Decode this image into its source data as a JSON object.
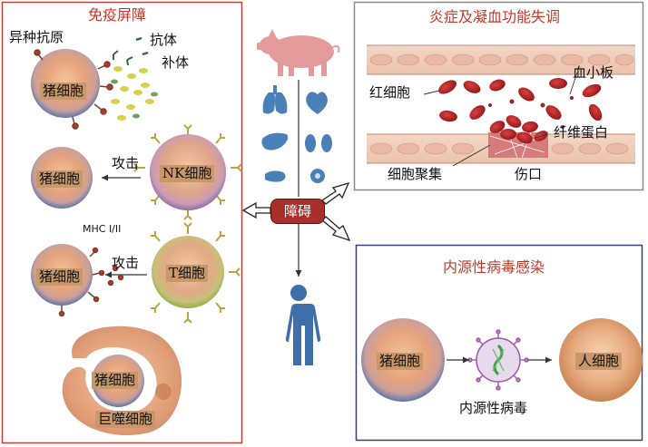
{
  "immune": {
    "title": "免疫屏障",
    "xeno_antigen": "异种抗原",
    "antibody": "抗体",
    "complement": "补体",
    "pig_cell": "猪细胞",
    "attack1": "攻击",
    "attack2": "攻击",
    "nk_cell": "NK细胞",
    "t_cell": "T细胞",
    "mhc": "MHC I/II",
    "macrophage": "巨噬细胞"
  },
  "inflammation": {
    "title": "炎症及凝血功能失调",
    "rbc": "红细胞",
    "platelet": "血小板",
    "fibrin": "纤维蛋白",
    "aggregation": "细胞聚集",
    "wound": "伤口"
  },
  "infection": {
    "title": "内源性病毒感染",
    "pig_cell": "猪细胞",
    "human_cell": "人细胞",
    "virus": "内源性病毒"
  },
  "center": {
    "barrier": "障碍"
  },
  "colors": {
    "frame_immune": "#b5453d",
    "frame_infection": "#3a3f78",
    "title_red": "#c0392b",
    "pig_cell_core": "#e7a77e",
    "pig_cell_ring": "#5f75ad",
    "organ_blue": "#4a7fb8",
    "human_blue": "#3f6fa8",
    "barrier_red": "#a9302a"
  }
}
